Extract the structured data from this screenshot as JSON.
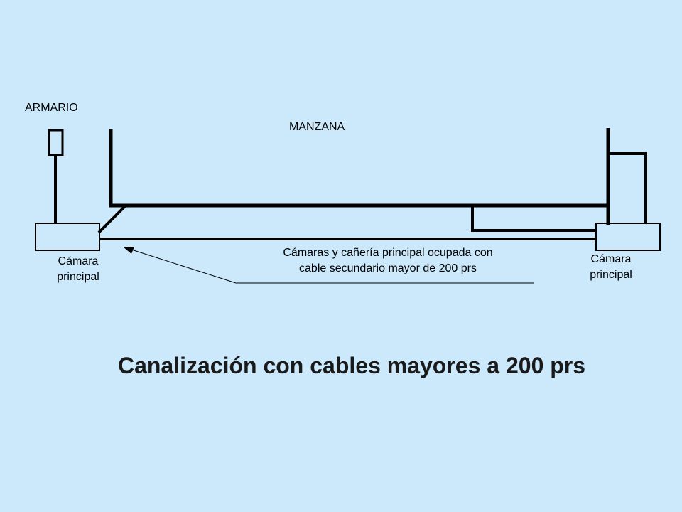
{
  "diagram": {
    "armario_label": "ARMARIO",
    "manzana_label": "MANZANA",
    "camara_left": {
      "line1": "Cámara",
      "line2": "principal"
    },
    "camara_right": {
      "line1": "Cámara",
      "line2": "principal"
    },
    "annotation": {
      "line1": "Cámaras y cañería principal ocupada con",
      "line2": "cable secundario mayor de 200 prs"
    }
  },
  "title": "Canalización con cables mayores a 200 prs",
  "colors": {
    "background": "#cce9fc",
    "line": "#000000"
  }
}
